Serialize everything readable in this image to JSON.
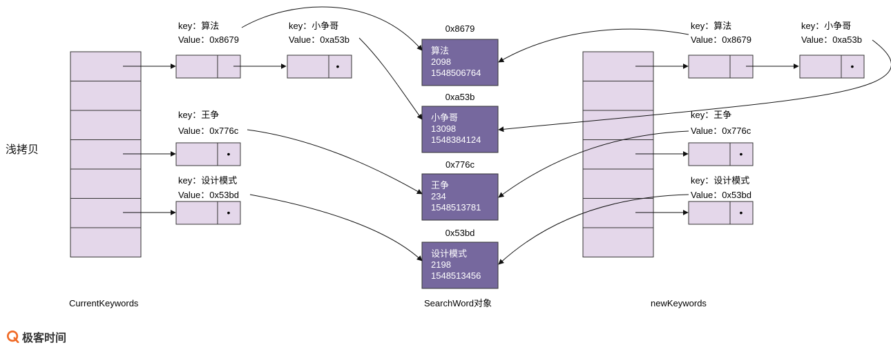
{
  "side_label": "浅拷贝",
  "left_table": {
    "caption": "CurrentKeywords",
    "entries": [
      {
        "key_line": "key：算法",
        "value_line": "Value：0x8679"
      },
      {
        "key_line": "key：小争哥",
        "value_line": "Value：0xa53b"
      },
      {
        "key_line": "key：王争",
        "value_line": "Value：0x776c"
      },
      {
        "key_line": "key：设计模式",
        "value_line": "Value：0x53bd"
      }
    ]
  },
  "right_table": {
    "caption": "newKeywords",
    "entries": [
      {
        "key_line": "key：算法",
        "value_line": "Value：0x8679"
      },
      {
        "key_line": "key：小争哥",
        "value_line": "Value：0xa53b"
      },
      {
        "key_line": "key：王争",
        "value_line": "Value：0x776c"
      },
      {
        "key_line": "key：设计模式",
        "value_line": "Value：0x53bd"
      }
    ]
  },
  "objects": {
    "caption": "SearchWord对象",
    "items": [
      {
        "address": "0x8679",
        "lines": [
          "算法",
          "2098",
          "1548506764"
        ]
      },
      {
        "address": "0xa53b",
        "lines": [
          "小争哥",
          "13098",
          "1548384124"
        ]
      },
      {
        "address": "0x776c",
        "lines": [
          "王争",
          "234",
          "1548513781"
        ]
      },
      {
        "address": "0x53bd",
        "lines": [
          "设计模式",
          "2198",
          "1548513456"
        ]
      }
    ]
  },
  "null_marker": "•",
  "brand": "极客时间",
  "colors": {
    "table_fill": "#e4d7ea",
    "object_fill": "#76689e",
    "object_text": "#ffffff",
    "stroke": "#333333"
  }
}
